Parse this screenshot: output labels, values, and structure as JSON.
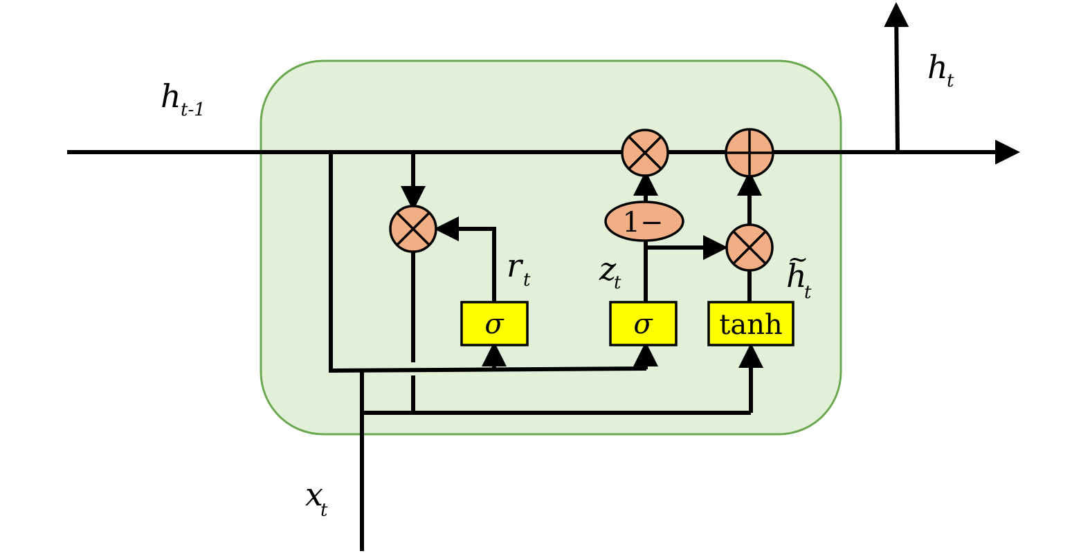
{
  "labels": {
    "h_prev": {
      "base": "h",
      "sub": "t-1"
    },
    "h_out": {
      "base": "h",
      "sub": "t"
    },
    "x_in": {
      "base": "x",
      "sub": "t"
    },
    "r_gate": {
      "base": "r",
      "sub": "t"
    },
    "z_gate": {
      "base": "z",
      "sub": "t"
    },
    "h_cand": {
      "tilde": "~",
      "base": "h",
      "sub": "t"
    }
  },
  "gates": {
    "reset_sigma": "σ",
    "update_sigma": "σ",
    "candidate_tanh": "tanh"
  },
  "one_minus": "1−",
  "colors": {
    "cell_fill": "#e2efd9",
    "cell_border": "#6aa84f",
    "operator_fill": "#f2ae84",
    "gate_fill": "#ffff00"
  }
}
